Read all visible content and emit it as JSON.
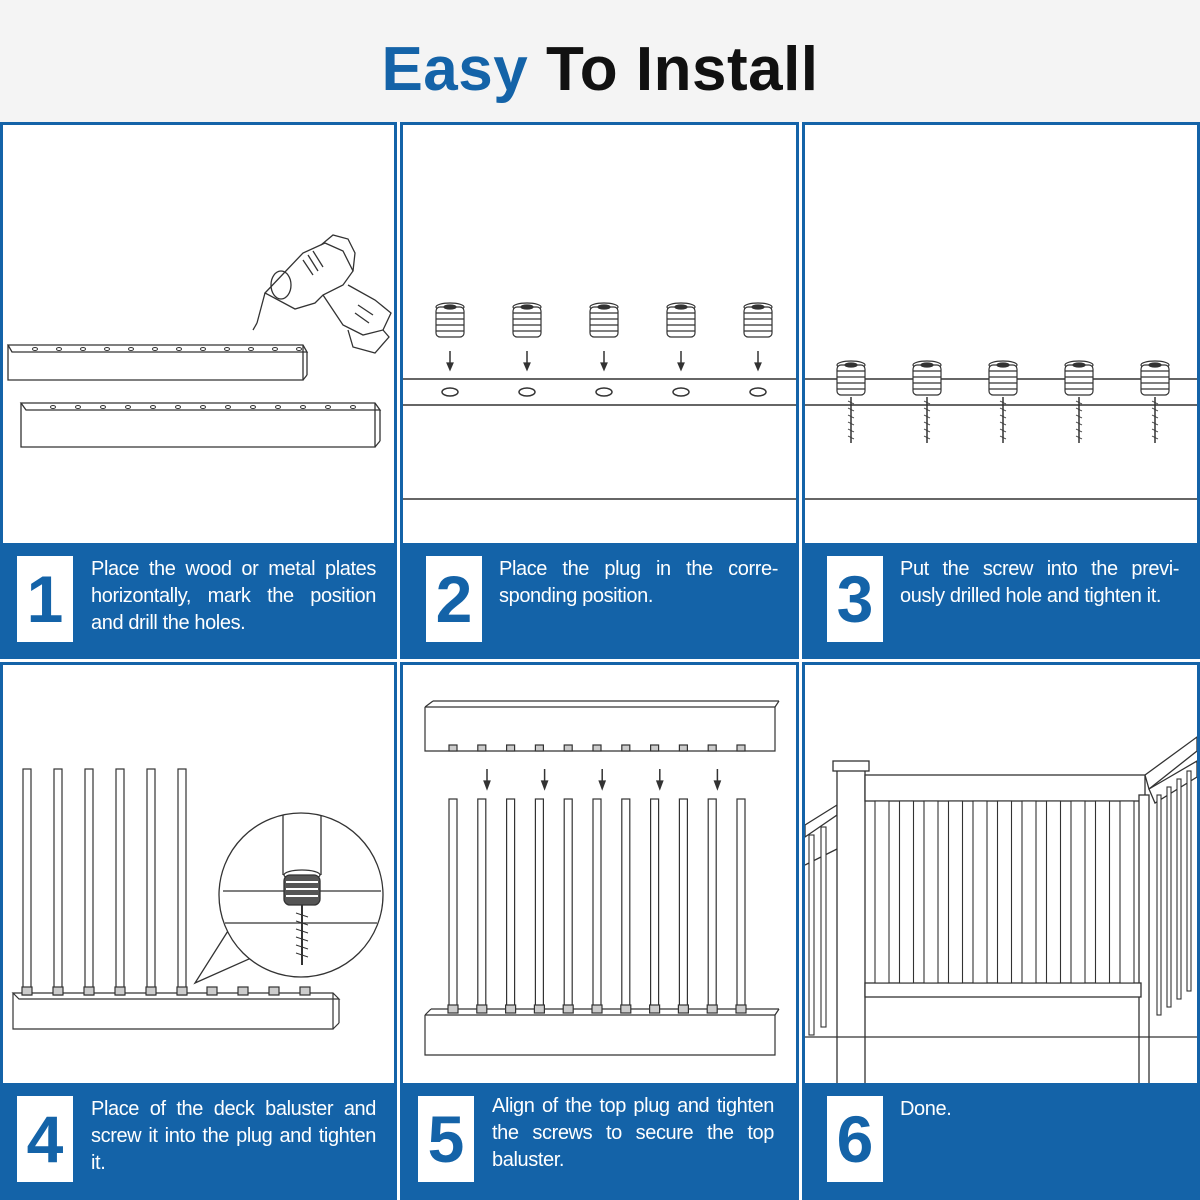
{
  "header": {
    "title_accent": "Easy",
    "title_rest": "To Install"
  },
  "colors": {
    "brand_blue": "#1463a8",
    "header_bg": "#f4f4f4",
    "line_art": "#333333"
  },
  "steps": [
    {
      "number": "1",
      "text": "Place the wood or metal plates horizontally, mark the position and drill the holes.",
      "illustration": "drill-and-plates"
    },
    {
      "number": "2",
      "text": "Place the plug in the corre-sponding position.",
      "illustration": "plugs-above-holes"
    },
    {
      "number": "3",
      "text": "Put the screw into the previ-ously drilled hole and tighten it.",
      "illustration": "plugs-with-screws"
    },
    {
      "number": "4",
      "text": "Place of the deck baluster and screw it into the plug and tighten it.",
      "illustration": "balusters-on-bottom-rail"
    },
    {
      "number": "5",
      "text": "Align of the top plug and tighten the screws to secure the top baluster.",
      "illustration": "top-rail-alignment"
    },
    {
      "number": "6",
      "text": "Done.",
      "illustration": "finished-railing"
    }
  ]
}
